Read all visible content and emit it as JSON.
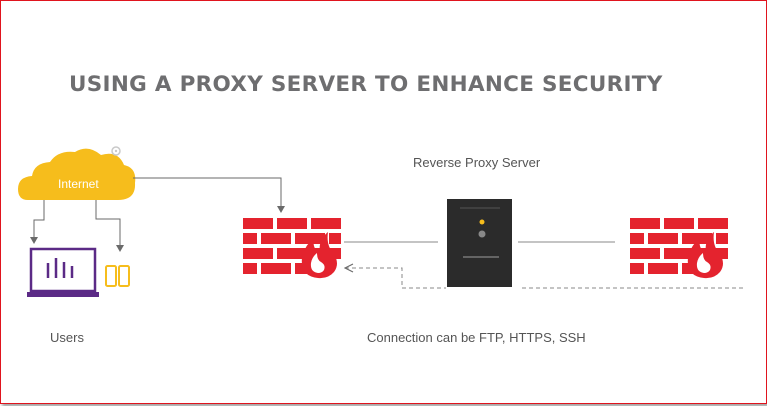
{
  "title": "USING A PROXY SERVER TO ENHANCE SECURITY",
  "internet_label": "Internet",
  "reverse_proxy_label": "Reverse Proxy Server",
  "users_label": "Users",
  "connection_label": "Connection can be FTP, HTTPS, SSH",
  "colors": {
    "cloud": "#f6bd1c",
    "brick": "#e4232e",
    "flame": "#e4232e",
    "laptop": "#5b2a86",
    "phone": "#f6bd1c",
    "server": "#2b2b2b",
    "line": "#8a8a8a"
  },
  "icons": [
    "cloud-icon",
    "gear-icon",
    "laptop-icon",
    "phone-icon",
    "firewall-icon",
    "flame-icon",
    "server-icon"
  ]
}
